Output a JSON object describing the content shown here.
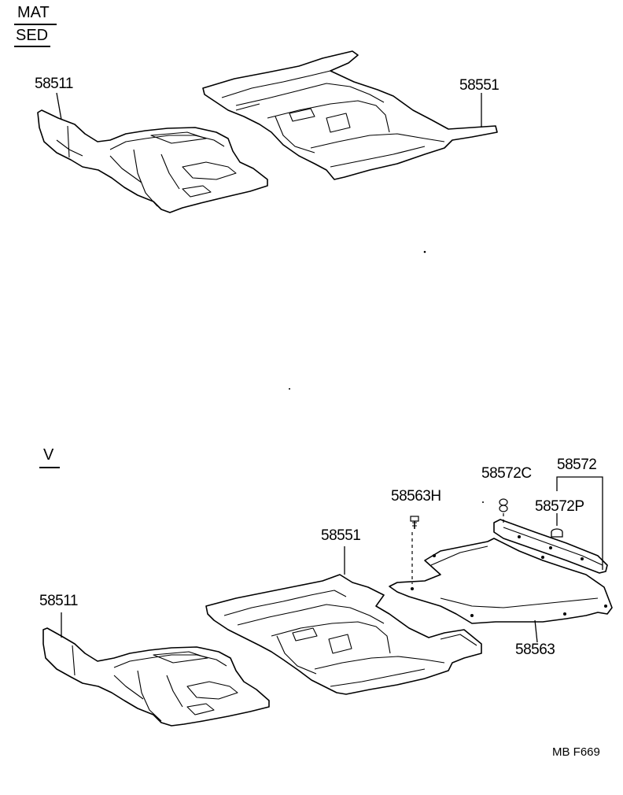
{
  "header": {
    "title_top": "MAT",
    "title_bottom": "SED",
    "section_v": "V"
  },
  "labels": {
    "top_front_mat": "58511",
    "top_rear_mat": "58551",
    "bot_front_mat": "58511",
    "bot_rear_mat": "58551",
    "bot_clip_h": "58563H",
    "bot_clip_c": "58572C",
    "bot_bracket": "58572",
    "bot_plug_p": "58572P",
    "bot_cargo_mat": "58563"
  },
  "footer": {
    "ref_code": "MB F669"
  },
  "icons": [
    "clip-icon",
    "plug-icon"
  ]
}
